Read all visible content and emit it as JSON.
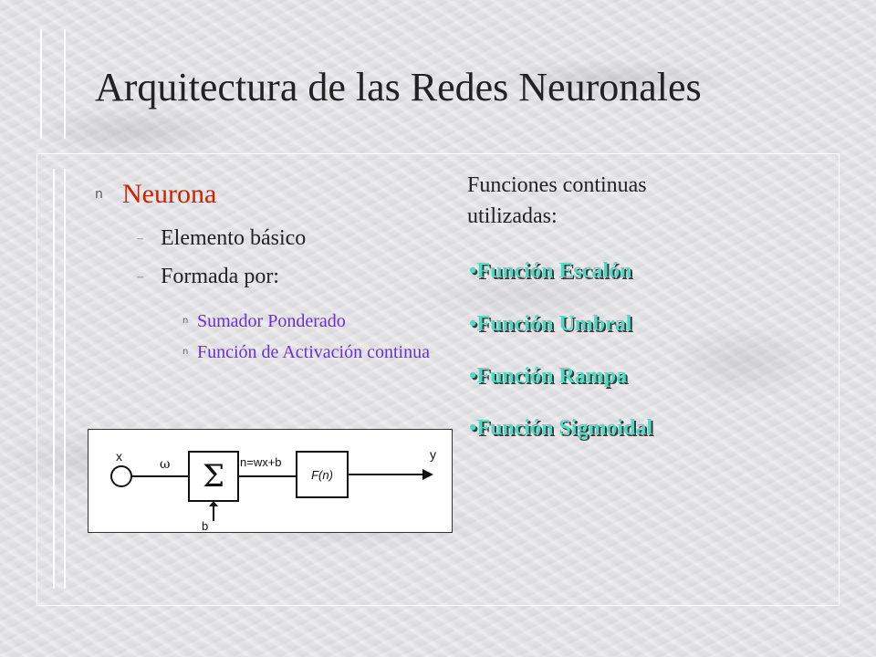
{
  "title": "Arquitectura de las Redes Neuronales",
  "left": {
    "marker_l1": "n",
    "marker_l2": "–",
    "marker_l3": "n",
    "heading": "Neurona",
    "sub_items": [
      "Elemento básico",
      "Formada por:"
    ],
    "sub_sub_items": [
      "Sumador Ponderado",
      "Función de Activación continua"
    ]
  },
  "right": {
    "heading": "Funciones continuas utilizadas:",
    "functions": [
      "•Función Escalón",
      "•Función Umbral",
      "•Función Rampa",
      "•Función Sigmoidal"
    ]
  },
  "diagram": {
    "input_label": "x",
    "weight_label": "ω",
    "sum_symbol": "Σ",
    "net_label": "n=wx+b",
    "activation_label": "F(n)",
    "output_label": "y",
    "bias_label": "b"
  },
  "colors": {
    "heading": "#cc2200",
    "sub_sub": "#6b2fd3",
    "functions": "#4dd9c4"
  }
}
